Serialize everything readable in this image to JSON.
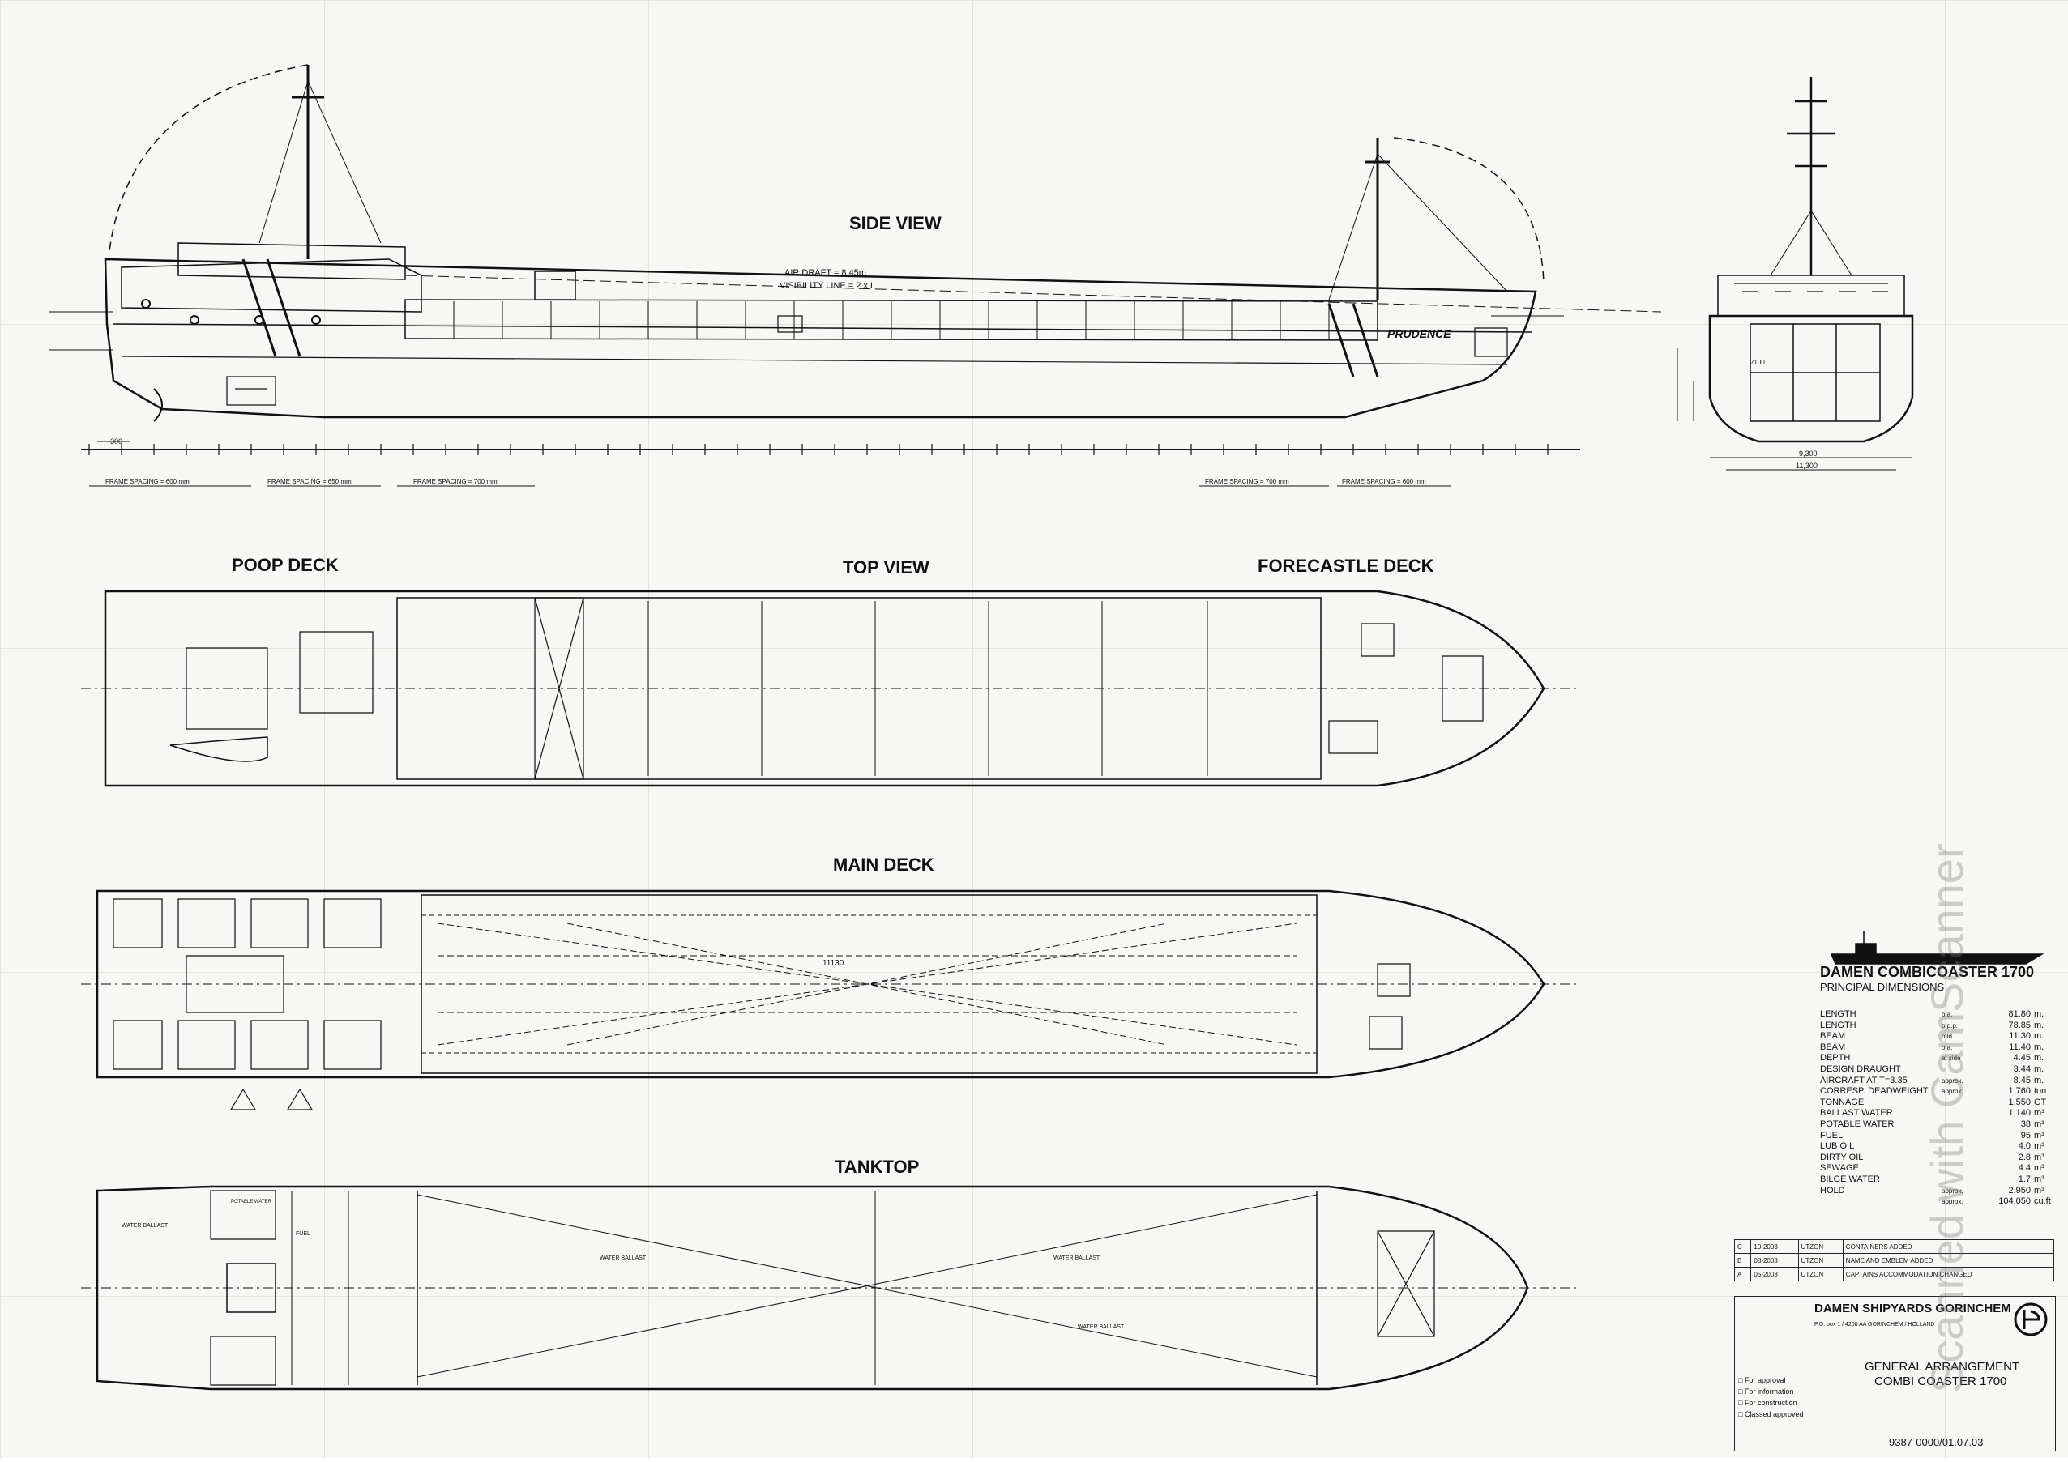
{
  "views": {
    "side_view": "SIDE VIEW",
    "poop_deck": "POOP DECK",
    "top_view": "TOP VIEW",
    "forecastle_deck": "FORECASTLE DECK",
    "main_deck": "MAIN DECK",
    "tanktop": "TANKTOP"
  },
  "side_annotations": {
    "air_draft": "AIR DRAFT = 8,45m",
    "visibility_line": "VISIBILITY LINE = 2 x L",
    "ship_name": "PRUDENCE",
    "frame_spacing_1": "FRAME SPACING = 600 mm",
    "frame_spacing_2": "FRAME SPACING = 650 mm",
    "frame_spacing_3": "FRAME SPACING = 700 mm",
    "frame_spacing_4": "FRAME SPACING = 700 mm",
    "frame_spacing_5": "FRAME SPACING = 600 mm",
    "dim_300": "300"
  },
  "front_view": {
    "dim_9300": "9,300",
    "dim_11300": "11,300",
    "dim_7100": "7100"
  },
  "main_deck_dim": "11130",
  "tanktop_labels": {
    "water_ballast": "WATER BALLAST",
    "fuel": "FUEL",
    "potable_water": "POTABLE WATER"
  },
  "principal": {
    "title": "DAMEN COMBICOASTER 1700",
    "subtitle": "PRINCIPAL DIMENSIONS",
    "rows": [
      {
        "name": "LENGTH",
        "qual": "o.a.",
        "value": "81.80",
        "unit": "m."
      },
      {
        "name": "LENGTH",
        "qual": "b.p.p.",
        "value": "78.85",
        "unit": "m."
      },
      {
        "name": "BEAM",
        "qual": "mld.",
        "value": "11.30",
        "unit": "m."
      },
      {
        "name": "BEAM",
        "qual": "o.a.",
        "value": "11.40",
        "unit": "m."
      },
      {
        "name": "DEPTH",
        "qual": "at side",
        "value": "4.45",
        "unit": "m."
      },
      {
        "name": "DESIGN DRAUGHT",
        "qual": "",
        "value": "3.44",
        "unit": "m."
      },
      {
        "name": "AIRCRAFT AT T=3.35",
        "qual": "approx.",
        "value": "8.45",
        "unit": "m."
      },
      {
        "name": "CORRESP. DEADWEIGHT",
        "qual": "approx.",
        "value": "1,760",
        "unit": "ton"
      },
      {
        "name": "TONNAGE",
        "qual": "",
        "value": "1,550",
        "unit": "GT"
      },
      {
        "name": "BALLAST WATER",
        "qual": "",
        "value": "1,140",
        "unit": "m³"
      },
      {
        "name": "POTABLE WATER",
        "qual": "",
        "value": "38",
        "unit": "m³"
      },
      {
        "name": "FUEL",
        "qual": "",
        "value": "95",
        "unit": "m³"
      },
      {
        "name": "LUB OIL",
        "qual": "",
        "value": "4.0",
        "unit": "m³"
      },
      {
        "name": "DIRTY OIL",
        "qual": "",
        "value": "2.8",
        "unit": "m³"
      },
      {
        "name": "SEWAGE",
        "qual": "",
        "value": "4.4",
        "unit": "m³"
      },
      {
        "name": "BILGE WATER",
        "qual": "",
        "value": "1.7",
        "unit": "m³"
      },
      {
        "name": "HOLD",
        "qual": "approx.",
        "value": "2,950",
        "unit": "m³"
      },
      {
        "name": "",
        "qual": "approx.",
        "value": "104,050",
        "unit": "cu.ft"
      }
    ]
  },
  "revisions": [
    {
      "rev": "C",
      "date": "10-2003",
      "by": "UTZON",
      "desc": "CONTAINERS ADDED"
    },
    {
      "rev": "B",
      "date": "08-2003",
      "by": "UTZON",
      "desc": "NAME AND EMBLEM ADDED"
    },
    {
      "rev": "A",
      "date": "05-2003",
      "by": "UTZON",
      "desc": "CAPTAINS ACCOMMODATION CHANGED"
    }
  ],
  "title_block": {
    "company": "DAMEN SHIPYARDS GORINCHEM",
    "address": "P.O. box 1 / 4200 AA GORINCHEM / HOLLAND",
    "title1": "GENERAL ARRANGEMENT",
    "title2": "COMBI COASTER 1700",
    "checks": [
      "For approval",
      "For information",
      "For construction",
      "Classed approved"
    ],
    "drawing_no": "9387-0000/01.07.03"
  },
  "watermark": "Scanned with CamScanner"
}
